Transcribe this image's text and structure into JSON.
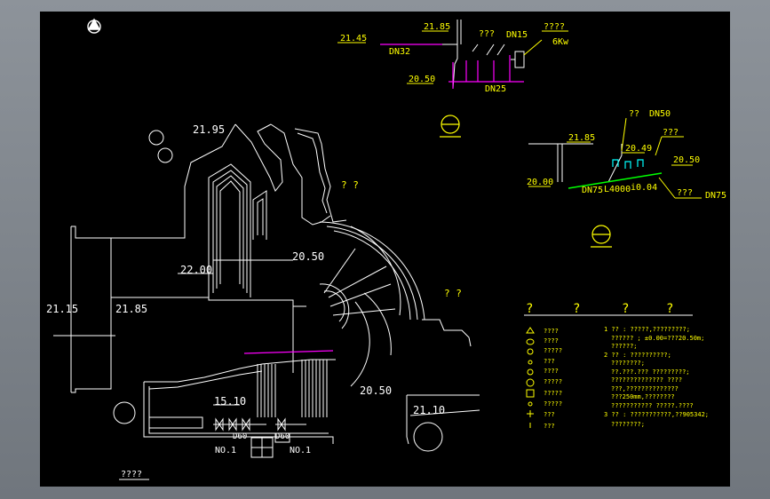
{
  "colors": {
    "background": "#000000",
    "frame": "#7c8289",
    "line": "#ffffff",
    "label": "#ffff00",
    "pipe_magenta": "#ff00ff",
    "pipe_cyan": "#00ffff",
    "pipe_green": "#00ff00"
  },
  "plan": {
    "elevations": {
      "top": "21.95",
      "left_a": "21.15",
      "left_b": "21.85",
      "mid": "22.00",
      "arc": "20.50",
      "bottom_arc": "20.50",
      "basin": "15.10",
      "right_bottom": "21.10"
    },
    "marks": {
      "m1": "? ?",
      "m2": "? ?"
    },
    "pump_labels": {
      "label_a": "D60",
      "label_b": "D60",
      "no_a": "NO.1",
      "no_b": "NO.1"
    },
    "caption": "????"
  },
  "section_top": {
    "elev_a": "21.85",
    "elev_b": "21.45",
    "elev_c": "20.50",
    "pipe_a": "DN32",
    "pipe_b": "DN15",
    "pipe_c": "DN25",
    "equip_label": "???",
    "power_label": "????",
    "power": "6Kw"
  },
  "section_right": {
    "elev_a": "21.85",
    "elev_b": "20.49",
    "elev_c": "20.50",
    "elev_d": "20.00",
    "pipe_a": "DN50",
    "label_a": "??",
    "label_b": "???",
    "label_c": "???",
    "pipe_b": "DN75",
    "pipe_c": "L4000",
    "slope": "i0.04",
    "pipe_d": "DN75"
  },
  "legend": {
    "headers": [
      "?",
      "?",
      "?",
      "?"
    ],
    "rows": [
      "????",
      "????",
      "?????",
      "???",
      "????",
      "?????",
      "?????",
      "?????",
      "???",
      "???"
    ]
  },
  "notes": {
    "lines": [
      "1 ?? :  ?????,?????????;",
      "?????? ;   ±0.00=???20.50m;",
      "??????;",
      "2 ?? :  ??????????;",
      "????????;",
      "??.???.??? ?????????;",
      "??????????????       ????",
      "???,??????????????",
      "???250mm,????????",
      "???????????  ?????.????",
      "3 ?? :  ???????????,??905342;",
      "????????;"
    ]
  }
}
